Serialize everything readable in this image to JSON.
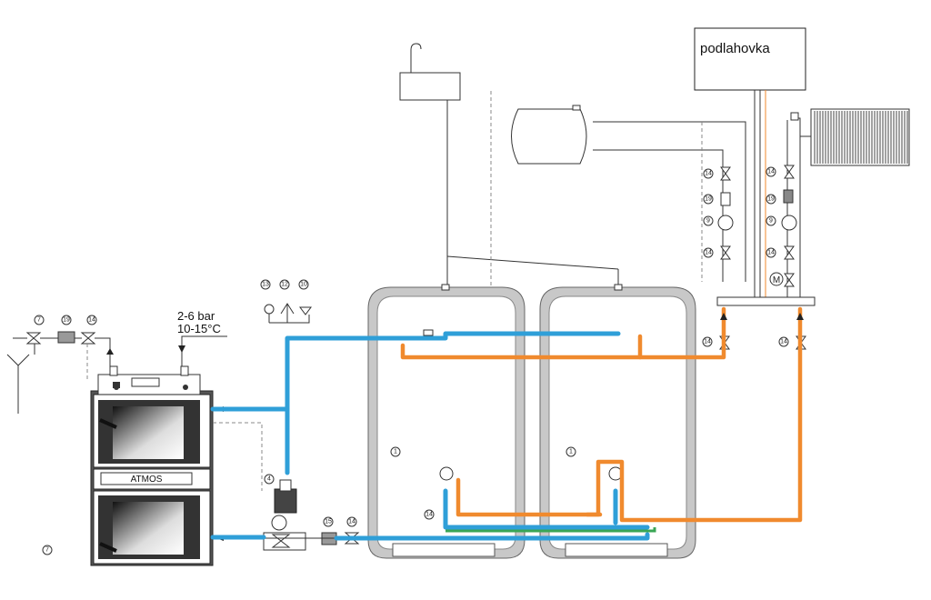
{
  "labels": {
    "podlahovka": "podlahovka",
    "pressure": "2-6 bar",
    "temperature": "10-15°C",
    "boiler_brand": "ATMOS"
  },
  "markers": {
    "n1": "1",
    "n4": "4",
    "n7": "7",
    "n9": "9",
    "n10": "10",
    "n12": "12",
    "n13": "13",
    "n14": "14",
    "n15": "15",
    "n19": "19"
  },
  "colors": {
    "return_pipe": "#2f9fd8",
    "supply_pipe": "#f08a2e",
    "green_pipe": "#3aa655",
    "tank_wall": "#b8b8b8"
  }
}
